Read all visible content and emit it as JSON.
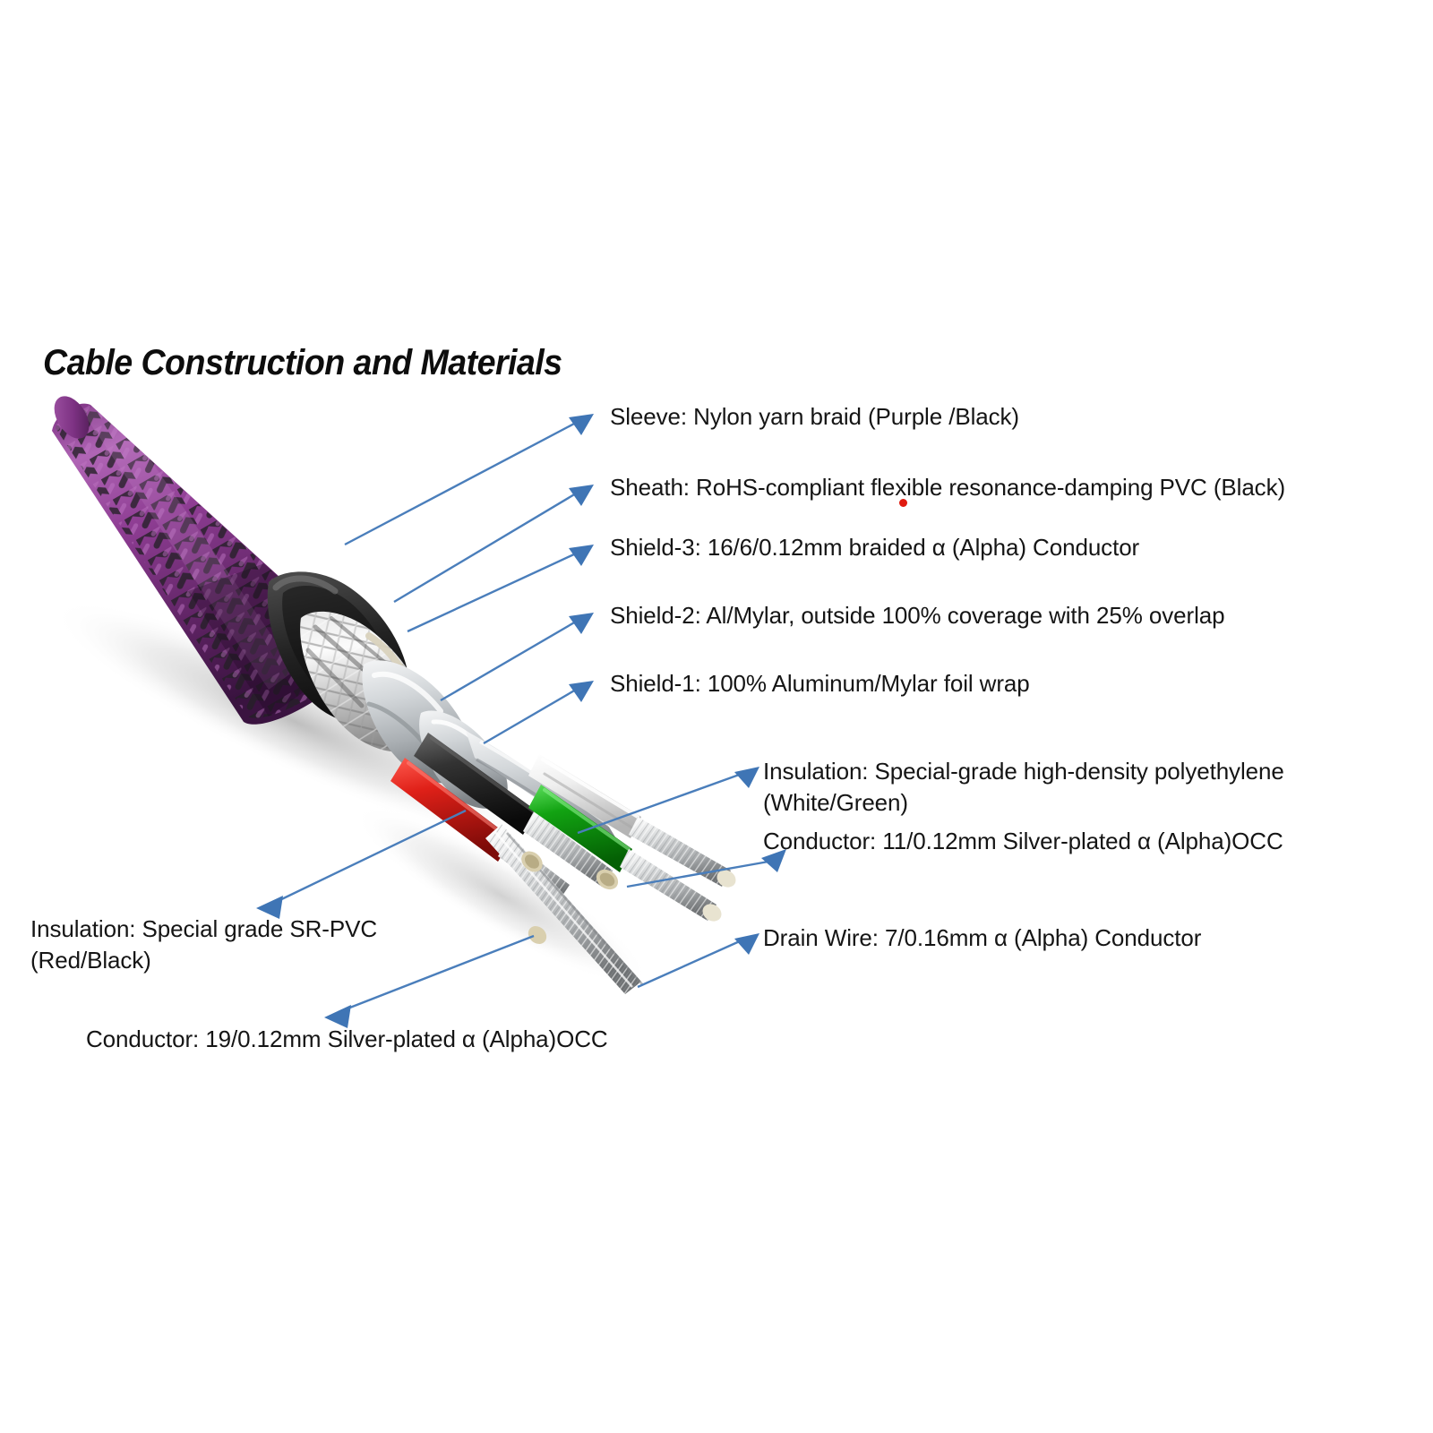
{
  "document": {
    "title": "Cable Construction and Materials"
  },
  "colors": {
    "leader_line": "#4a7ebb",
    "arrow_fill": "#3f75b5",
    "text": "#151515",
    "sleeve_purple": "#8e3d93",
    "sleeve_purple_light": "#b469b8",
    "sleeve_black": "#2b2b2b",
    "sheath_black": "#2c2c2c",
    "shield_silver": "#d8d8d8",
    "foil_silver": "#bfc2c4",
    "wire_red": "#d81f1f",
    "wire_black": "#2a2a2a",
    "wire_green": "#19a319",
    "wire_white": "#f2f2f2",
    "conductor_silver": "#c9cbcc",
    "red_dot_artifact": "#e01b10",
    "background": "#ffffff"
  },
  "labels": [
    {
      "id": "sleeve",
      "lines": [
        "Sleeve: Nylon yarn braid (Purple /Black)"
      ],
      "arrow": "right"
    },
    {
      "id": "sheath",
      "lines": [
        "Sheath: RoHS-compliant flexible resonance-damping PVC (Black)"
      ],
      "arrow": "right"
    },
    {
      "id": "shield-3",
      "lines": [
        "Shield-3: 16/6/0.12mm braided α (Alpha) Conductor"
      ],
      "arrow": "right"
    },
    {
      "id": "shield-2",
      "lines": [
        "Shield-2: Al/Mylar, outside 100% coverage with 25% overlap"
      ],
      "arrow": "right"
    },
    {
      "id": "shield-1",
      "lines": [
        "Shield-1: 100% Aluminum/Mylar foil wrap"
      ],
      "arrow": "right"
    },
    {
      "id": "insulation-pe",
      "lines": [
        "Insulation: Special-grade high-density polyethylene",
        "(White/Green)"
      ],
      "arrow": "right"
    },
    {
      "id": "conductor-11",
      "lines": [
        "Conductor: 11/0.12mm Silver-plated α (Alpha)OCC"
      ],
      "arrow": "right"
    },
    {
      "id": "insulation-srpvc",
      "lines": [
        "Insulation: Special grade SR-PVC",
        "(Red/Black)"
      ],
      "arrow": "left"
    },
    {
      "id": "conductor-19",
      "lines": [
        "Conductor:  19/0.12mm Silver-plated α (Alpha)OCC"
      ],
      "arrow": "left"
    },
    {
      "id": "drain-wire",
      "lines": [
        "Drain Wire: 7/0.16mm α (Alpha) Conductor"
      ],
      "arrow": "right"
    }
  ],
  "label_text": {
    "sleeve_l1": "Sleeve: Nylon yarn braid (Purple /Black)",
    "sheath_l1": "Sheath: RoHS-compliant flexible resonance-damping PVC (Black)",
    "shield3_l1": "Shield-3: 16/6/0.12mm braided α (Alpha) Conductor",
    "shield2_l1": "Shield-2: Al/Mylar, outside 100% coverage with 25% overlap",
    "shield1_l1": "Shield-1: 100% Aluminum/Mylar foil wrap",
    "insulation_pe_l1": "Insulation: Special-grade high-density polyethylene",
    "insulation_pe_l2": "(White/Green)",
    "conductor11_l1": "Conductor: 11/0.12mm Silver-plated α (Alpha)OCC",
    "insulation_srpvc_l1": "Insulation: Special grade SR-PVC",
    "insulation_srpvc_l2": "(Red/Black)",
    "conductor19_l1": "Conductor:  19/0.12mm Silver-plated α (Alpha)OCC",
    "drain_l1": "Drain Wire: 7/0.16mm α (Alpha) Conductor"
  },
  "cable_layers": [
    "nylon-yarn-braid-sleeve",
    "pvc-sheath",
    "braided-alpha-conductor-shield-3",
    "al-mylar-shield-2",
    "aluminum-mylar-foil-shield-1",
    "sr-pvc-insulated-red-wire",
    "sr-pvc-insulated-black-wire",
    "polyethylene-insulated-green-wire",
    "polyethylene-insulated-white-wire",
    "drain-wire"
  ]
}
